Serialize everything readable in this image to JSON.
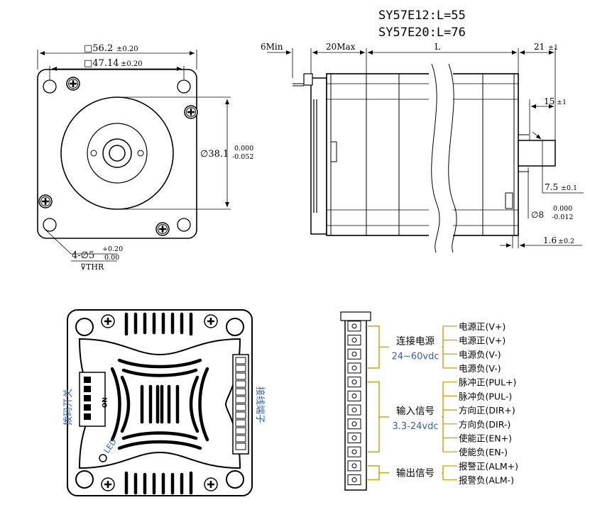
{
  "title": {
    "line1": "SY57E12:L=55",
    "line2": "SY57E20:L=76"
  },
  "front_view": {
    "dim_outer": "□56.2",
    "dim_outer_tol": "±0.20",
    "dim_hole_spacing": "□47.14",
    "dim_hole_spacing_tol": "±0.20",
    "dim_pilot": "∅38.1",
    "dim_pilot_tol_upper": "0.000",
    "dim_pilot_tol_lower": "-0.052",
    "dim_holes": "4-∅5",
    "dim_holes_tol_upper": "+0.20",
    "dim_holes_tol_lower": "0.00",
    "dim_holes_thru": "⊽THR"
  },
  "side_view": {
    "dim_6min": "6Min",
    "dim_20max": "20Max",
    "dim_L": "L",
    "dim_21": "21",
    "dim_21_tol": "±1",
    "dim_15": "15",
    "dim_15_tol": "±1",
    "dim_7_5": "7.5",
    "dim_7_5_tol": "±0.1",
    "dim_shaft": "∅8",
    "dim_shaft_tol_upper": "0.000",
    "dim_shaft_tol_lower": "-0.012",
    "dim_1_6": "1.6",
    "dim_1_6_tol": "±0.2"
  },
  "back_view": {
    "dip_switch_label": "拨码开关",
    "terminal_label": "接线端子",
    "led_label": "LED",
    "no_label": "NO"
  },
  "terminal_diagram": {
    "groups": [
      {
        "label": "连接电源",
        "voltage": "24~60vdc"
      },
      {
        "label": "输入信号",
        "voltage": "3.3-24vdc"
      },
      {
        "label": "输出信号",
        "voltage": ""
      }
    ],
    "pins": [
      "电源正(V+)",
      "电源正(V+)",
      "电源负(V-)",
      "电源负(V-)",
      "脉冲正(PUL+)",
      "脉冲负(PUL-)",
      "方向正(DIR+)",
      "方向负(DIR-)",
      "使能正(EN+)",
      "使能负(EN-)",
      "报警正(ALM+)",
      "报警负(ALM-)"
    ],
    "colors": {
      "bracket": "#d4a017",
      "voltage_text": "#3060b0"
    }
  }
}
